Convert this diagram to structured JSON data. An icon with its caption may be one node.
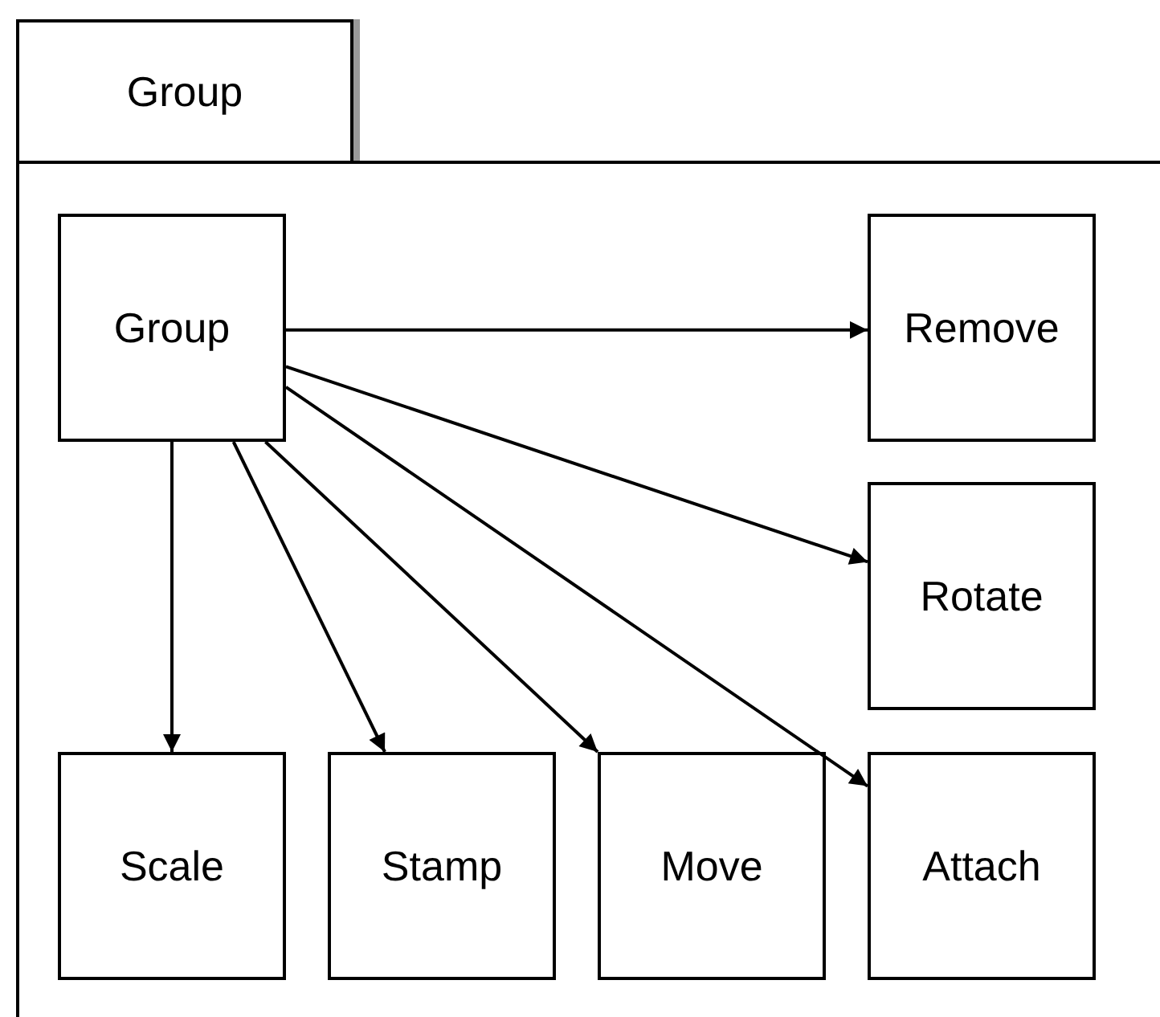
{
  "diagram": {
    "nodes": [
      {
        "text": [
          "Group"
        ]
      },
      {
        "text": [
          "Group"
        ],
        "in": 0
      },
      {
        "text": [
          "Remove"
        ],
        "in": 0
      },
      {
        "text": [
          "Rotate"
        ],
        "in": 0
      },
      {
        "text": [
          "Scale"
        ],
        "in": 0
      },
      {
        "text": [
          "Stamp"
        ],
        "in": 0
      },
      {
        "text": [
          "Move"
        ],
        "in": 0
      },
      {
        "text": [
          "Attach"
        ],
        "in": 0
      }
    ],
    "edges": [
      {
        "from": 1,
        "to": 2,
        "arrow": "to"
      },
      {
        "from": 1,
        "to": 3,
        "arrow": "to"
      },
      {
        "from": 1,
        "to": 7,
        "arrow": "to"
      },
      {
        "from": 1,
        "to": 6,
        "arrow": "to"
      },
      {
        "from": 1,
        "to": 5,
        "arrow": "to"
      },
      {
        "from": 1,
        "to": 4,
        "arrow": "to"
      }
    ]
  }
}
